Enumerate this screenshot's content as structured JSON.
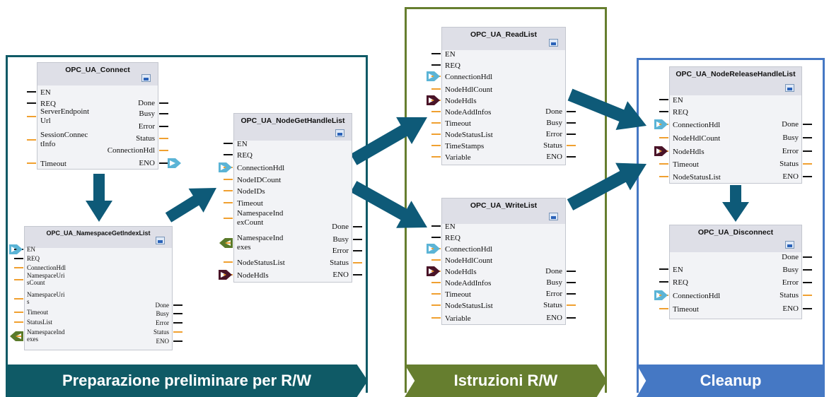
{
  "sections": {
    "preparation": {
      "label": "Preparazione preliminare per R/W",
      "color": "#0f5a66"
    },
    "rw": {
      "label": "Istruzioni R/W",
      "color": "#667e2f"
    },
    "cleanup": {
      "label": "Cleanup",
      "color": "#4578c4"
    }
  },
  "blocks": [
    {
      "title": "OPC_UA_Connect",
      "inputs": [
        "EN",
        "REQ",
        "ServerEndpoint\nUrl",
        "SessionConnec\ntInfo",
        "Timeout"
      ],
      "outputs": [
        "Done",
        "Busy",
        "Error",
        "Status",
        "ConnectionHdl",
        "ENO"
      ]
    },
    {
      "title": "OPC_UA_NamespaceGetIndexList",
      "inputs": [
        "EN",
        "REQ",
        "ConnectionHdl",
        "NamespaceUri\nsCount",
        "NamespaceUri\ns",
        "Timeout",
        "StatusList",
        "NamespaceInd\nexes"
      ],
      "outputs": [
        "Done",
        "Busy",
        "Error",
        "Status",
        "ENO"
      ]
    },
    {
      "title": "OPC_UA_NodeGetHandleList",
      "inputs": [
        "EN",
        "REQ",
        "ConnectionHdl",
        "NodeIDCount",
        "NodeIDs",
        "Timeout",
        "NamespaceInd\nexCount",
        "NamespaceInd\nexes",
        "NodeStatusList",
        "NodeHdls"
      ],
      "outputs": [
        "Done",
        "Busy",
        "Error",
        "Status",
        "ENO"
      ]
    },
    {
      "title": "OPC_UA_ReadList",
      "inputs": [
        "EN",
        "REQ",
        "ConnectionHdl",
        "NodeHdlCount",
        "NodeHdls",
        "NodeAddInfos",
        "Timeout",
        "NodeStatusList",
        "TimeStamps",
        "Variable"
      ],
      "outputs": [
        "Done",
        "Busy",
        "Error",
        "Status",
        "ENO"
      ]
    },
    {
      "title": "OPC_UA_WriteList",
      "inputs": [
        "EN",
        "REQ",
        "ConnectionHdl",
        "NodeHdlCount",
        "NodeHdls",
        "NodeAddInfos",
        "Timeout",
        "NodeStatusList",
        "Variable"
      ],
      "outputs": [
        "Done",
        "Busy",
        "Error",
        "Status",
        "ENO"
      ]
    },
    {
      "title": "OPC_UA_NodeReleaseHandleList",
      "inputs": [
        "EN",
        "REQ",
        "ConnectionHdl",
        "NodeHdlCount",
        "NodeHdls",
        "Timeout",
        "NodeStatusList"
      ],
      "outputs": [
        "Done",
        "Busy",
        "Error",
        "Status",
        "ENO"
      ]
    },
    {
      "title": "OPC_UA_Disconnect",
      "inputs": [
        "EN",
        "REQ",
        "ConnectionHdl",
        "Timeout"
      ],
      "outputs": [
        "Done",
        "Busy",
        "Error",
        "Status",
        "ENO"
      ]
    }
  ],
  "colors": {
    "arrow": "#0e5a78",
    "conn_handle": "#5bb4d6",
    "node_handles": "#4a1428",
    "namespace_indexes": "#5a7a2a",
    "wire_orange": "#f0a030"
  }
}
